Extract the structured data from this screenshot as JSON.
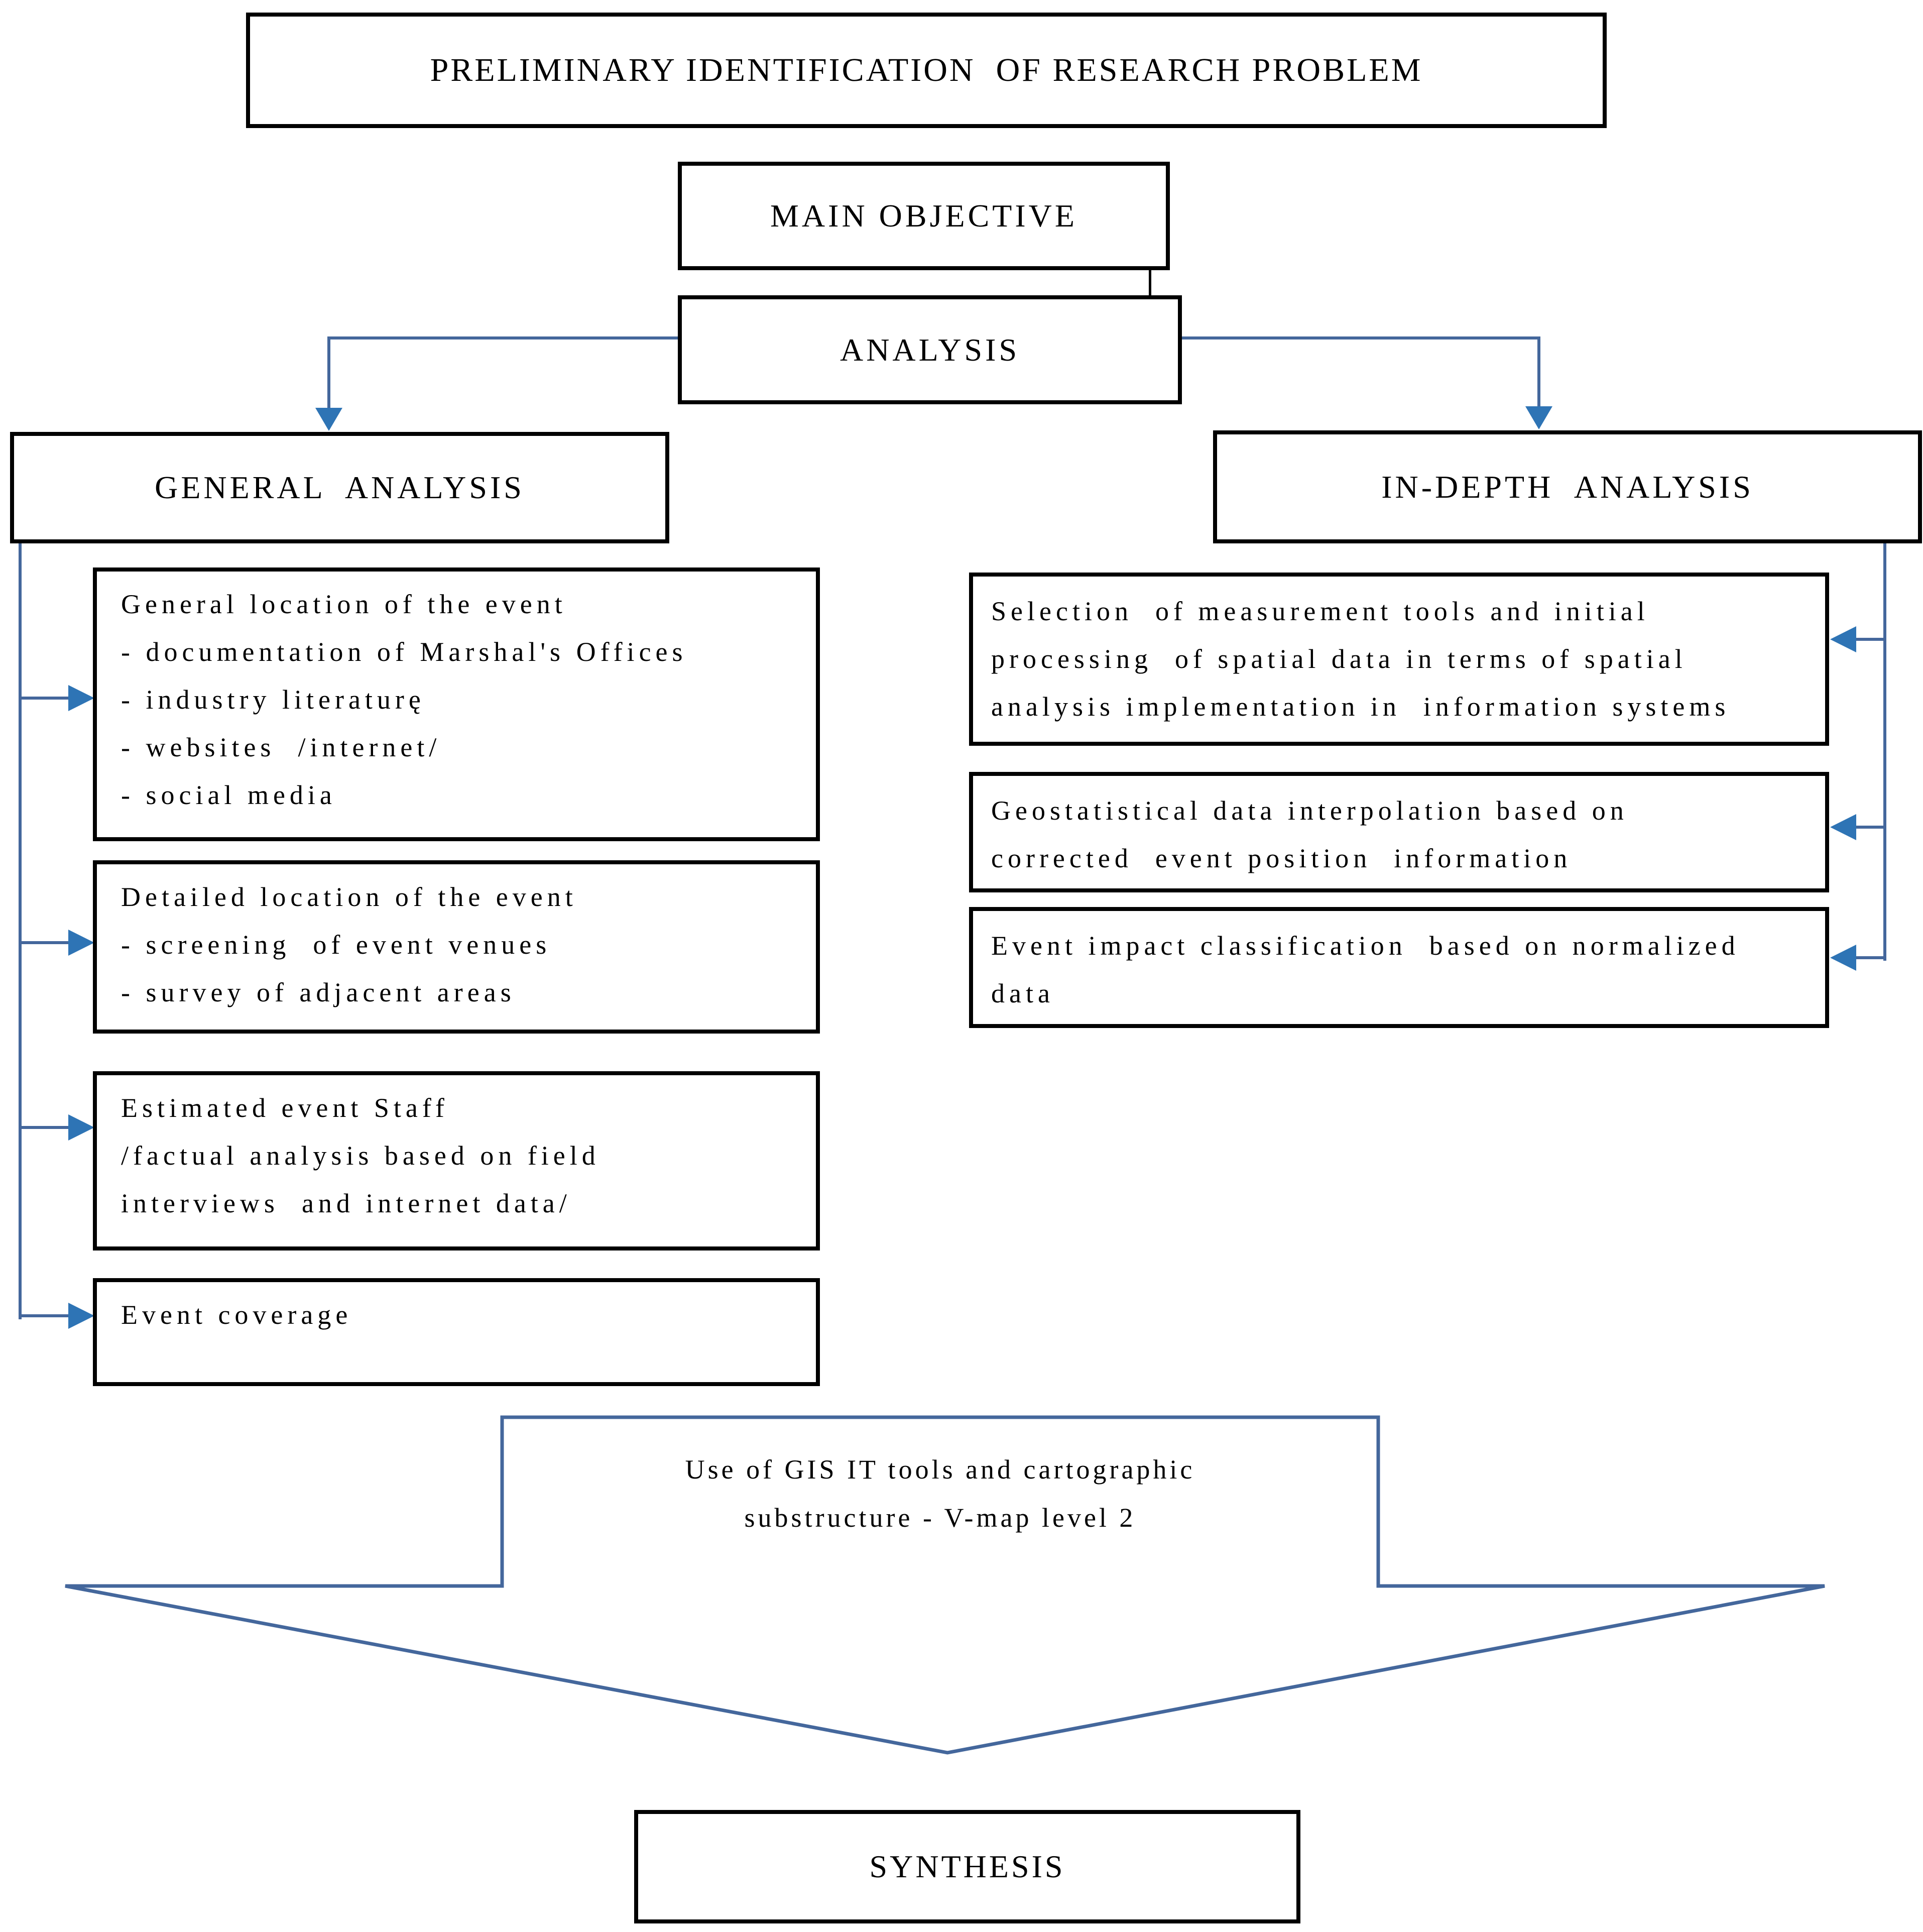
{
  "colors": {
    "background": "#ffffff",
    "box_border": "#000000",
    "connector_line": "#44679C",
    "arrowhead": "#2E74B5",
    "black_connector": "#000000"
  },
  "top": {
    "title": "PRELIMINARY IDENTIFICATION  OF RESEARCH PROBLEM",
    "main_objective": "MAIN OBJECTIVE",
    "analysis": "ANALYSIS"
  },
  "general_branch": {
    "header": "GENERAL  ANALYSIS",
    "boxes": [
      {
        "lines": [
          "General location of the event",
          "- documentation of Marshal's Offices",
          "- industry literaturę",
          "- websites  /internet/",
          "- social media"
        ]
      },
      {
        "lines": [
          "Detailed location of the event",
          "- screening  of event venues",
          "- survey of adjacent areas"
        ]
      },
      {
        "lines": [
          "Estimated event Staff",
          "/factual analysis based on field",
          "interviews  and internet data/"
        ]
      },
      {
        "lines": [
          "Event coverage"
        ]
      }
    ]
  },
  "in_depth_branch": {
    "header": "IN-DEPTH  ANALYSIS",
    "boxes": [
      {
        "lines": [
          "Selection  of measurement tools and initial",
          "processing  of spatial data in terms of spatial",
          "analysis implementation in  information systems"
        ]
      },
      {
        "lines": [
          "Geostatistical data interpolation based on",
          "corrected  event position  information"
        ]
      },
      {
        "lines": [
          "Event impact classification  based on normalized",
          "data"
        ]
      }
    ]
  },
  "funnel": {
    "lines": [
      "Use of GIS IT tools and cartographic",
      "substructure - V-map level 2"
    ]
  },
  "synthesis": "SYNTHESIS"
}
